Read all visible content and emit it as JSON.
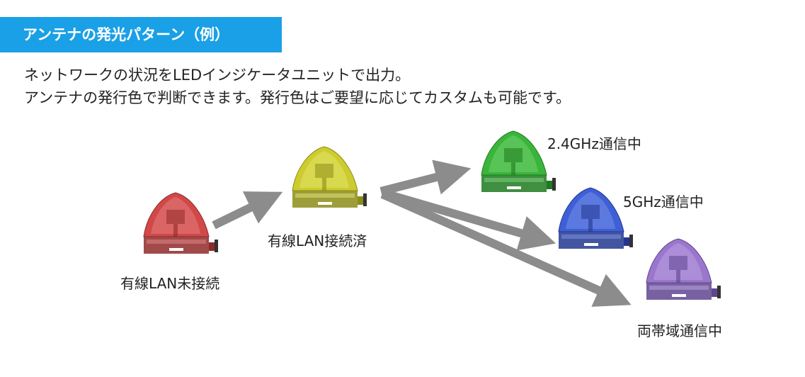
{
  "header": {
    "title": "アンテナの発光パターン（例）"
  },
  "description": {
    "line1": "ネットワークの状況をLEDインジケータユニットで出力。",
    "line2": "アンテナの発行色で判断できます。発行色はご要望に応じてカスタムも可能です。"
  },
  "states": [
    {
      "label": "有線LAN未接続",
      "color": "#d04848",
      "color_light": "#e88a8a",
      "color_dark": "#8f2a2a"
    },
    {
      "label": "有線LAN接続済",
      "color": "#cccc2e",
      "color_light": "#e8e87a",
      "color_dark": "#8c8c18"
    },
    {
      "label": "2.4GHz通信中",
      "color": "#3ab53a",
      "color_light": "#7fd87f",
      "color_dark": "#1f7a1f"
    },
    {
      "label": "5GHz通信中",
      "color": "#3f5fd6",
      "color_light": "#8098ec",
      "color_dark": "#23378f"
    },
    {
      "label": "両帯域通信中",
      "color": "#9a76cc",
      "color_light": "#c4aae6",
      "color_dark": "#5f4590"
    }
  ],
  "colors": {
    "accent": "#1aa0e6",
    "arrow": "#8c8c8c"
  }
}
